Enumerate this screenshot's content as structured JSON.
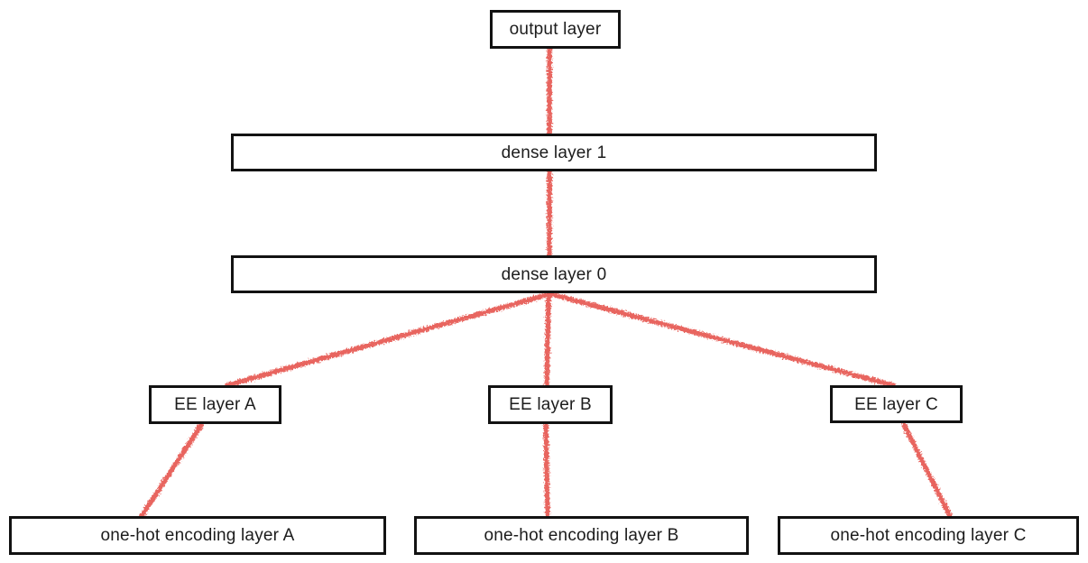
{
  "diagram": {
    "type": "neural-network-architecture",
    "background_color": "#ffffff",
    "box_border_color": "#121212",
    "text_color": "#1c1c1c",
    "connector_color": "#e8655f",
    "nodes": [
      {
        "id": "output-layer",
        "label": "output layer"
      },
      {
        "id": "dense-layer-1",
        "label": "dense layer 1"
      },
      {
        "id": "dense-layer-0",
        "label": "dense layer 0"
      },
      {
        "id": "ee-layer-a",
        "label": "EE layer A"
      },
      {
        "id": "ee-layer-b",
        "label": "EE layer B"
      },
      {
        "id": "ee-layer-c",
        "label": "EE layer C"
      },
      {
        "id": "onehot-layer-a",
        "label": "one-hot encoding layer A"
      },
      {
        "id": "onehot-layer-b",
        "label": "one-hot encoding layer B"
      },
      {
        "id": "onehot-layer-c",
        "label": "one-hot encoding layer C"
      }
    ],
    "edges": [
      {
        "from": "output-layer",
        "to": "dense-layer-1"
      },
      {
        "from": "dense-layer-1",
        "to": "dense-layer-0"
      },
      {
        "from": "dense-layer-0",
        "to": "ee-layer-a"
      },
      {
        "from": "dense-layer-0",
        "to": "ee-layer-b"
      },
      {
        "from": "dense-layer-0",
        "to": "ee-layer-c"
      },
      {
        "from": "ee-layer-a",
        "to": "onehot-layer-a"
      },
      {
        "from": "ee-layer-b",
        "to": "onehot-layer-b"
      },
      {
        "from": "ee-layer-c",
        "to": "onehot-layer-c"
      }
    ]
  }
}
